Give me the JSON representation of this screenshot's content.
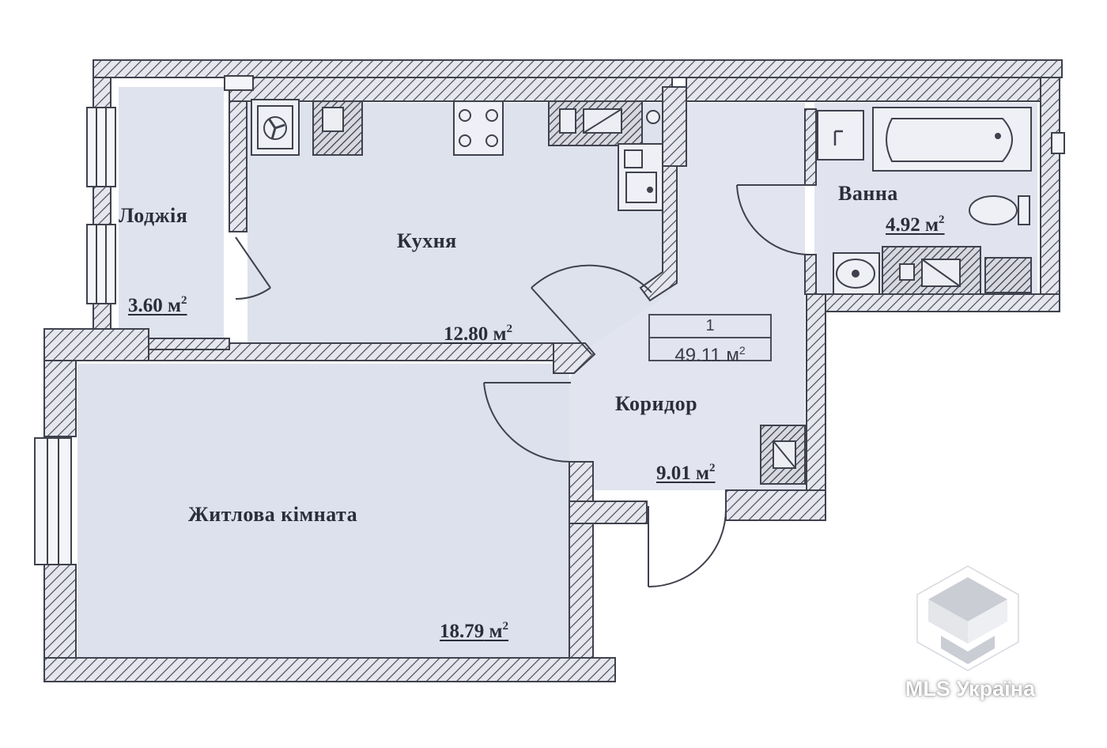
{
  "plan": {
    "apartment_number": "1",
    "total_area_value": "49.11",
    "total_area_unit": "м",
    "total_area_exp": "2",
    "rooms": [
      {
        "key": "loggia",
        "name": "Лоджія",
        "area_value": "3.60",
        "area_unit": "м",
        "area_exp": "2"
      },
      {
        "key": "kitchen",
        "name": "Кухня",
        "area_value": "12.80",
        "area_unit": "м",
        "area_exp": "2"
      },
      {
        "key": "bathroom",
        "name": "Ванна",
        "area_value": "4.92",
        "area_unit": "м",
        "area_exp": "2"
      },
      {
        "key": "corridor",
        "name": "Коридор",
        "area_value": "9.01",
        "area_unit": "м",
        "area_exp": "2"
      },
      {
        "key": "living",
        "name": "Житлова кімната",
        "area_value": "18.79",
        "area_unit": "м",
        "area_exp": "2"
      }
    ]
  },
  "logo": {
    "text": "MLS Україна",
    "icon": "mls-cube-icon"
  },
  "colors": {
    "wall": "#8a8c98",
    "floor": "#dfe3ee",
    "hatch": "#4b4d5a",
    "ink": "#2b2d3a"
  }
}
